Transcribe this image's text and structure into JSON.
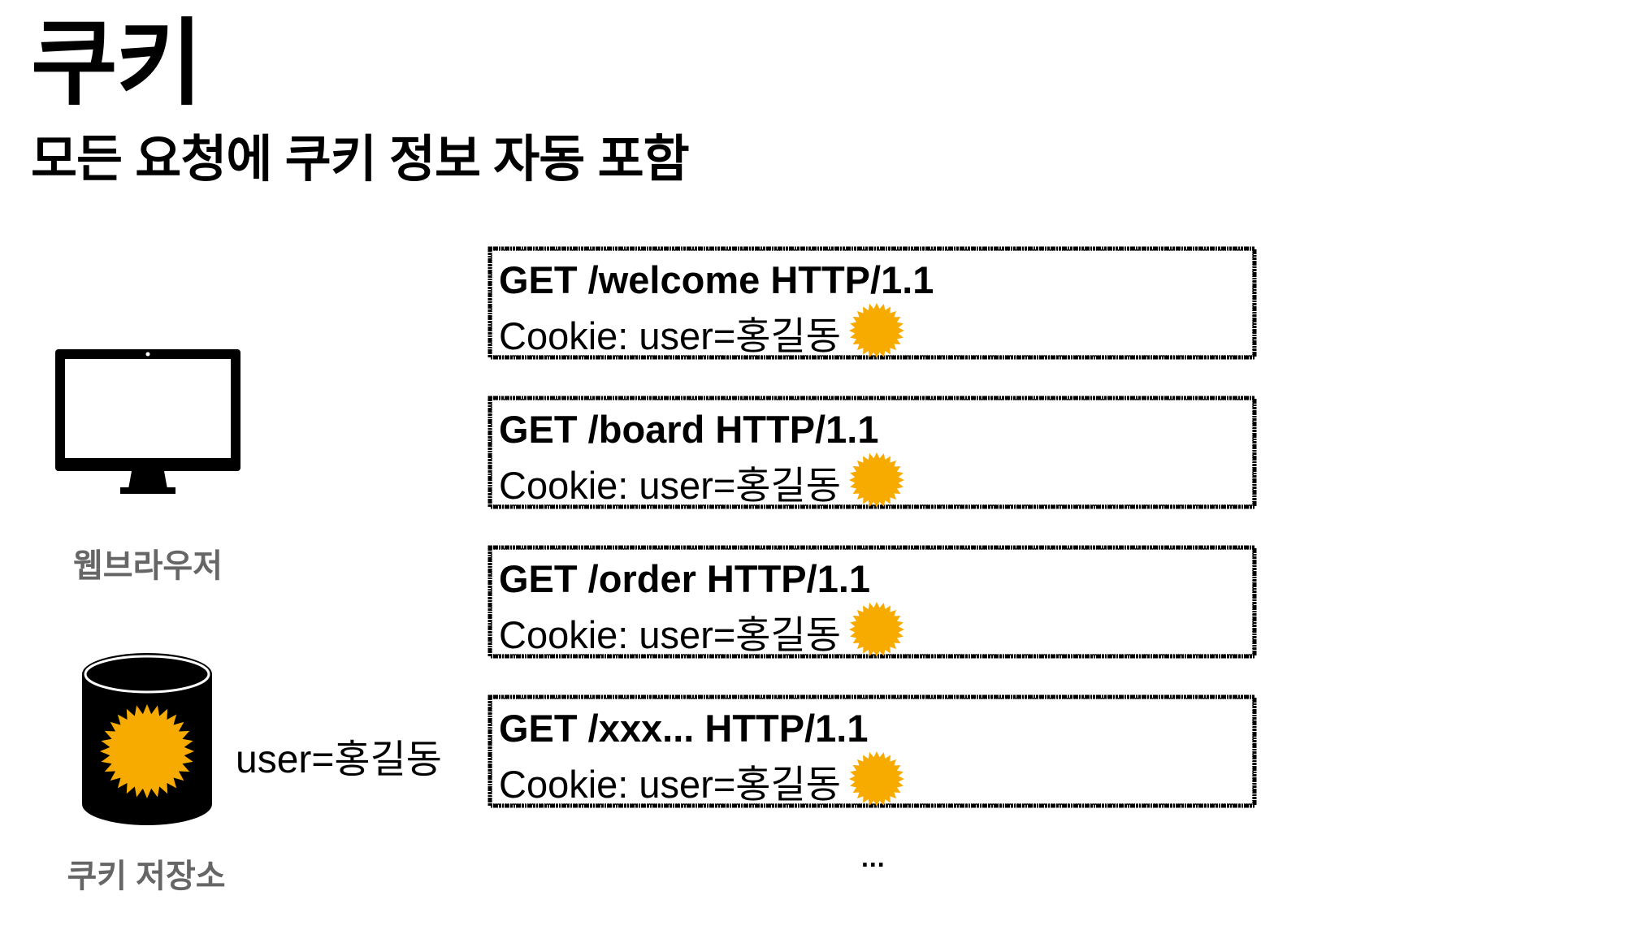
{
  "title": "쿠키",
  "subtitle": "모든 요청에 쿠키 정보 자동 포함",
  "browser": {
    "label": "웹브라우저",
    "icon": "monitor-icon"
  },
  "storage": {
    "label": "쿠키 저장소",
    "value": "user=홍길동",
    "icon": "database-icon"
  },
  "requests": [
    {
      "line1": "GET /welcome HTTP/1.1",
      "cookie": "Cookie: user=홍길동"
    },
    {
      "line1": "GET /board HTTP/1.1",
      "cookie": "Cookie: user=홍길동"
    },
    {
      "line1": "GET /order HTTP/1.1",
      "cookie": "Cookie: user=홍길동"
    },
    {
      "line1": "GET /xxx... HTTP/1.1",
      "cookie": "Cookie: user=홍길동"
    }
  ],
  "more": "...",
  "colors": {
    "cookie": "#F7AA00",
    "label_gray": "#666666"
  }
}
